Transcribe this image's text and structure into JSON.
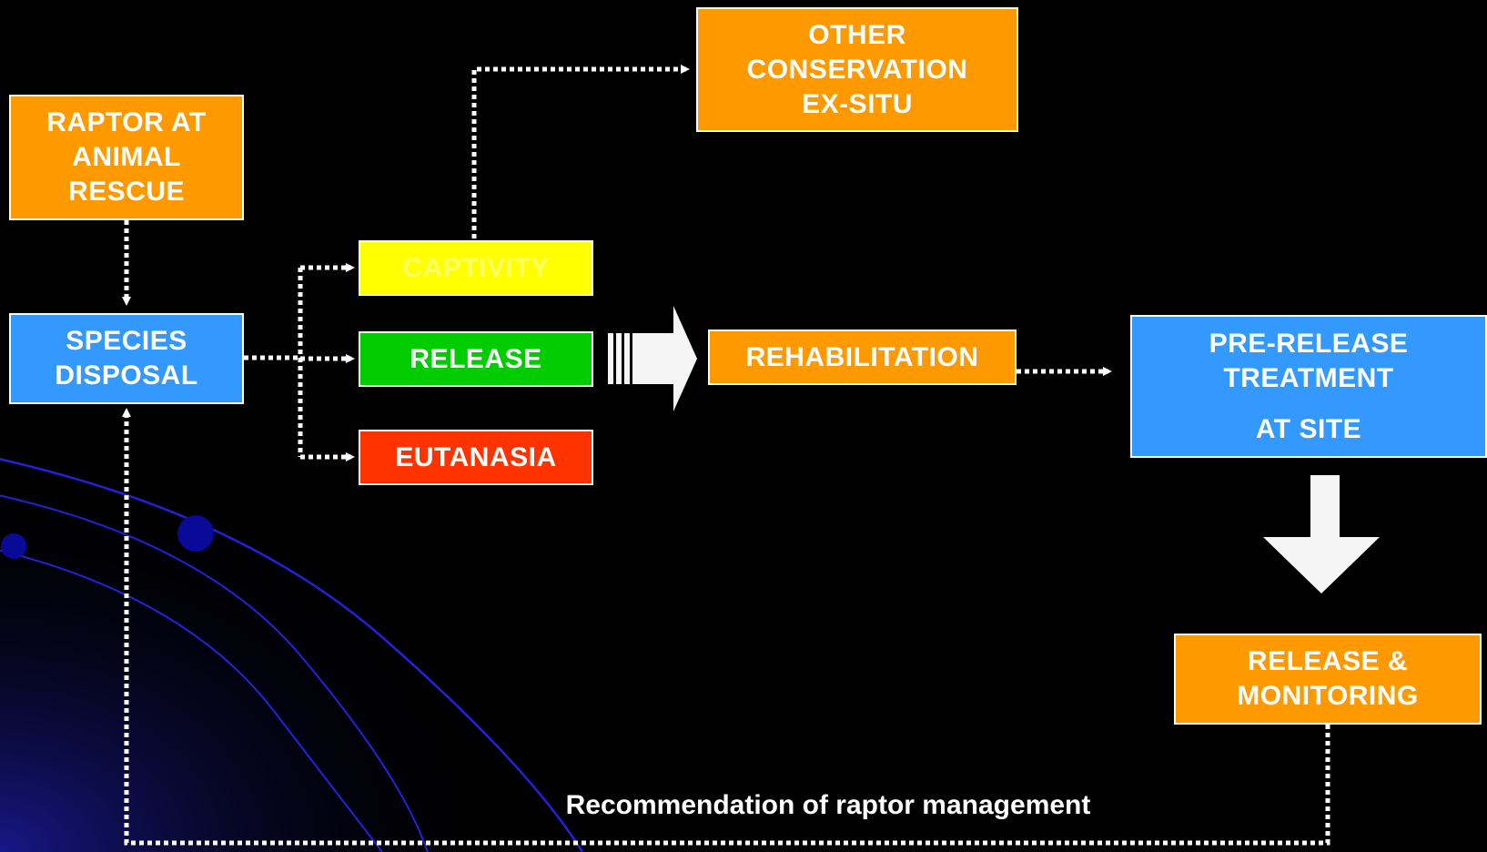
{
  "diagram": {
    "nodes": {
      "raptor_at_rescue": {
        "lines": [
          "RAPTOR AT",
          "ANIMAL",
          "RESCUE"
        ]
      },
      "species_disposal": {
        "lines": [
          "SPECIES",
          "DISPOSAL"
        ]
      },
      "captivity": {
        "lines": [
          "CAPTIVITY"
        ]
      },
      "release": {
        "lines": [
          "RELEASE"
        ]
      },
      "eutanasia": {
        "lines": [
          "EUTANASIA"
        ]
      },
      "other_conservation": {
        "lines": [
          "OTHER",
          "CONSERVATION",
          "EX-SITU"
        ]
      },
      "rehabilitation": {
        "lines": [
          "REHABILITATION"
        ]
      },
      "pre_release": {
        "lines": [
          "PRE-RELEASE",
          "TREATMENT",
          "AT SITE"
        ]
      },
      "release_monitoring": {
        "lines": [
          "RELEASE &",
          "MONITORING"
        ]
      }
    },
    "footer_caption": "Recommendation of raptor management"
  },
  "colors": {
    "orange": "#ff9900",
    "blue": "#3399ff",
    "yellow": "#ffff00",
    "green": "#00cc00",
    "red": "#ff3300",
    "connector": "#ffffff",
    "background": "#000000",
    "decor_lines": "#1a1aff"
  }
}
